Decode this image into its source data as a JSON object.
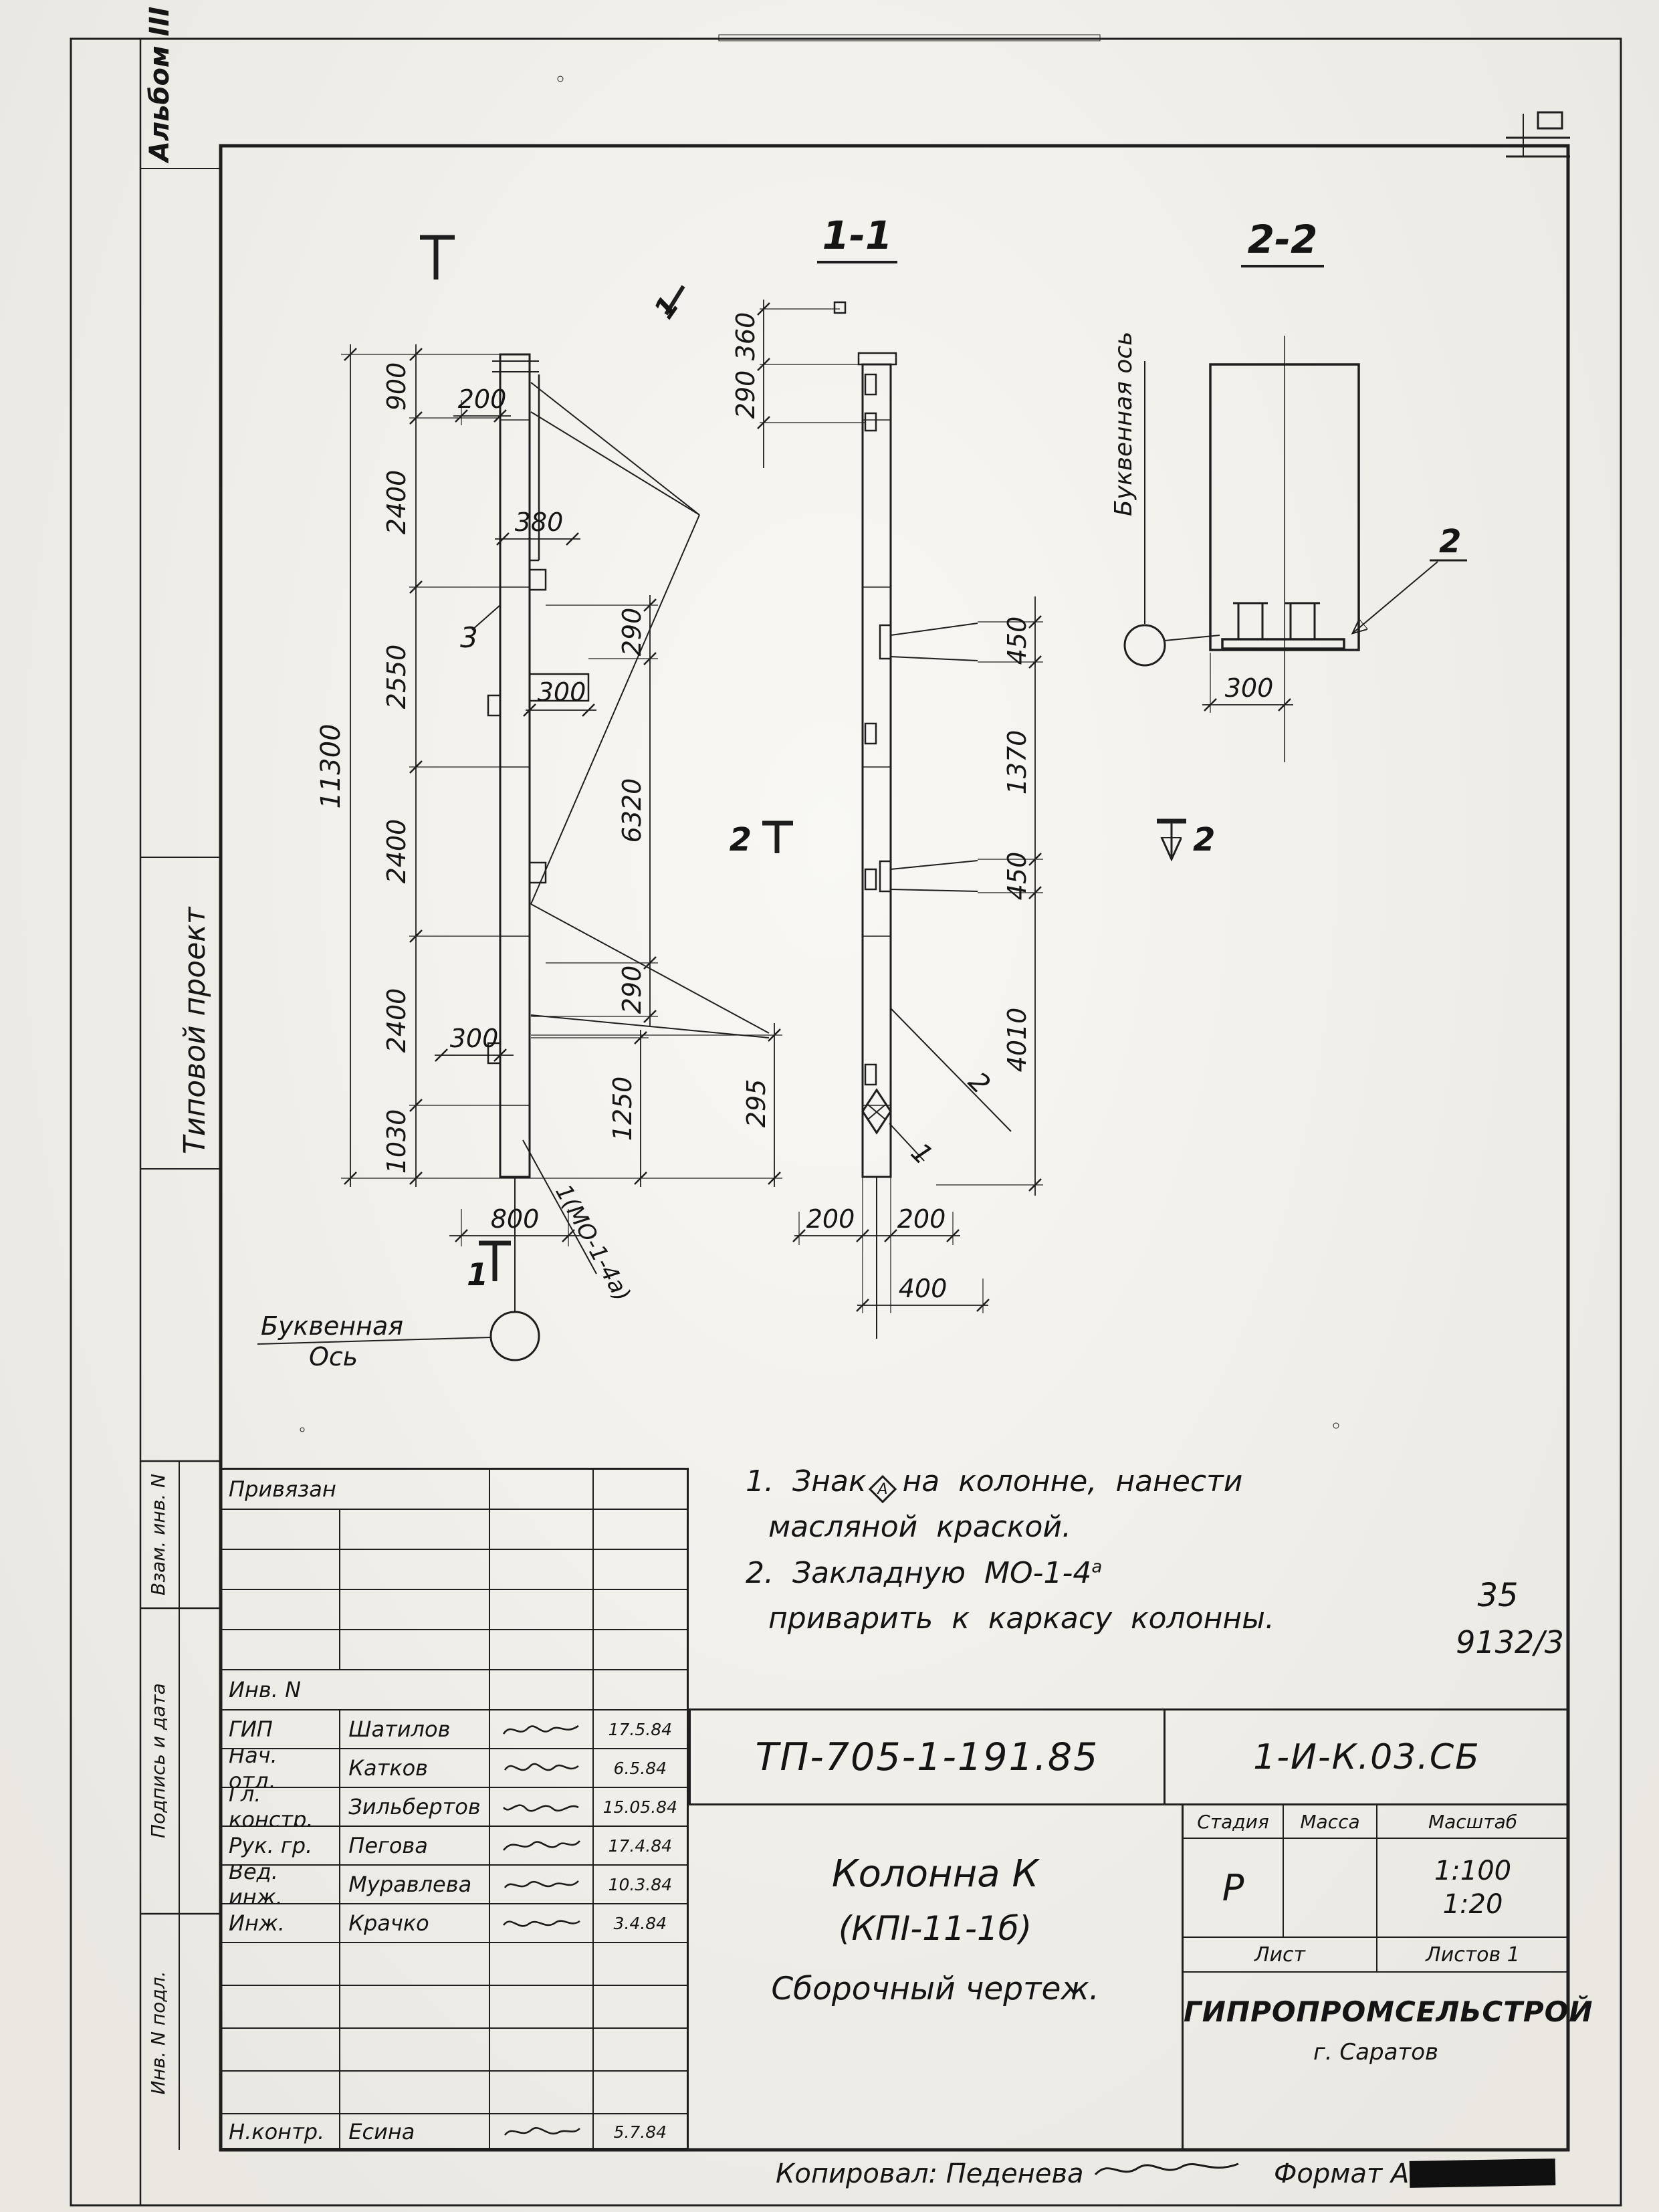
{
  "margin": {
    "album": "Альбом III",
    "project_type": "Типовой проект",
    "box_vzam": "Взам. инв. N",
    "box_podpis": "Подпись и дата",
    "box_inv": "Инв. N подл."
  },
  "sections": {
    "s1": "1-1",
    "s2": "2-2"
  },
  "left_view": {
    "chain": [
      "900",
      "2400",
      "2550",
      "2400",
      "2400",
      "1030"
    ],
    "total": "11300",
    "d200": "200",
    "d380": "380",
    "d300_mid": "300",
    "d290_top": "290",
    "d6320": "6320",
    "d290_bot": "290",
    "d300_low": "300",
    "d1250": "1250",
    "d295": "295",
    "d800": "800",
    "callout3": "3",
    "mark1": "1",
    "mark1_top": "1",
    "leader_mo": "1(МО-1-4а)",
    "axis1": "Буквенная",
    "axis2": "Ось"
  },
  "mid_view": {
    "d360": "360",
    "d290": "290",
    "d450a": "450",
    "d1370": "1370",
    "d450b": "450",
    "d4010": "4010",
    "d200l": "200",
    "d200r": "200",
    "d400": "400",
    "mark2l": "2",
    "mark2r": "2",
    "callout2": "2",
    "callout1": "1"
  },
  "sec22": {
    "axis": "Буквенная ось",
    "d300": "300",
    "callout2": "2"
  },
  "notes": {
    "n1a": "1. Знак",
    "n1sym": "А",
    "n1b": "на колонне, нанести",
    "n1c": "масляной краской.",
    "n2a": "2. Закладную МО-1-4",
    "n2sup": "а",
    "n2b": "приварить к каркасу колонны.",
    "num35": "35",
    "num9132": "9132/3"
  },
  "titleblock": {
    "privyazan": "Привязан",
    "inv_n": "Инв. N",
    "rows": [
      {
        "role": "ГИП",
        "name": "Шатилов",
        "date": "17.5.84"
      },
      {
        "role": "Нач. отд.",
        "name": "Катков",
        "date": "6.5.84"
      },
      {
        "role": "Гл. констр.",
        "name": "Зильбертов",
        "date": "15.05.84"
      },
      {
        "role": "Рук. гр.",
        "name": "Пегова",
        "date": "17.4.84"
      },
      {
        "role": "Вед. инж.",
        "name": "Муравлева",
        "date": "10.3.84"
      },
      {
        "role": "Инж.",
        "name": "Крачко",
        "date": "3.4.84"
      }
    ],
    "ncontr": {
      "role": "Н.контр.",
      "name": "Есина",
      "date": "5.7.84"
    },
    "doc_number": "ТП-705-1-191.85",
    "doc_code": "1-И-К.03.СБ",
    "title1": "Колонна К",
    "title2": "(КПI-11-1б)",
    "title3": "Сборочный чертеж.",
    "stage_label": "Стадия",
    "mass_label": "Масса",
    "scale_label": "Масштаб",
    "stage": "Р",
    "scale1": "1:100",
    "scale2": "1:20",
    "sheet_label": "Лист",
    "sheets_label": "Листов 1",
    "org": "ГИПРОПРОМСЕЛЬСТРОЙ",
    "city": "г. Саратов"
  },
  "footer": {
    "copied": "Копировал: Педенева",
    "format": "Формат А"
  }
}
